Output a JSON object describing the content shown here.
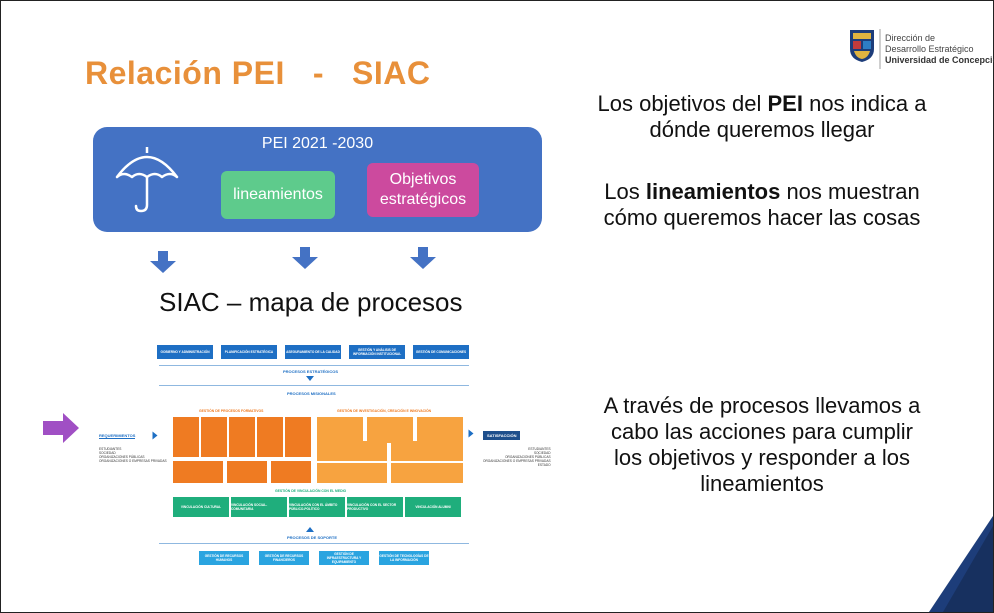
{
  "title": {
    "part1": "Relación PEI",
    "dash": "-",
    "part2": "SIAC"
  },
  "logo": {
    "line1": "Dirección de",
    "line2": "Desarrollo Estratégico",
    "line3": "Universidad de Concepción"
  },
  "pei": {
    "title": "PEI 2021 -2030",
    "lineamientos": "lineamientos",
    "objetivos_line1": "Objetivos",
    "objetivos_line2": "estratégicos"
  },
  "siac_title": "SIAC – mapa de procesos",
  "right_text": {
    "p1_before": "Los objetivos del ",
    "p1_bold": "PEI",
    "p1_after": " nos indica a",
    "p1_line2": "dónde queremos llegar",
    "p2_before": "Los ",
    "p2_bold": "lineamientos",
    "p2_after": " nos muestran",
    "p2_line2": "cómo queremos hacer las cosas",
    "p3_line1": "A través de procesos llevamos a",
    "p3_line2": "cabo las acciones para cumplir",
    "p3_line3": "los objetivos y responder a los",
    "p3_line4": "lineamientos"
  },
  "map": {
    "top_boxes": [
      "GOBIERNO Y ADMINISTRACIÓN",
      "PLANIFICACIÓN ESTRATÉGICA",
      "ASEGURAMIENTO DE LA CALIDAD",
      "GESTIÓN Y ANÁLISIS DE INFORMACIÓN INSTITUCIONAL",
      "GESTIÓN DE COMUNICACIONES"
    ],
    "strategic": "PROCESOS ESTRATÉGICOS",
    "missional": "PROCESOS MISIONALES",
    "formative": "GESTIÓN DE PROCESOS FORMATIVOS",
    "research": "GESTIÓN DE INVESTIGACIÓN, CREACIÓN E INNOVACIÓN",
    "requirements": "REQUERIMIENTOS",
    "req_list": [
      "ESTUDIANTES",
      "SOCIEDAD",
      "ORGANIZACIONES PÚBLICAS",
      "ORGANIZACIONES O EMPRESAS PRIVADAS"
    ],
    "satisfaction": "SATISFACCIÓN",
    "sat_list": [
      "ESTUDIANTES",
      "SOCIEDAD",
      "ORGANIZACIONES PÚBLICAS",
      "ORGANIZACIONES O EMPRESAS PRIVADAS",
      "ESTADO"
    ],
    "linkage": "GESTIÓN DE VINCULACIÓN CON EL MEDIO",
    "green_boxes": [
      "VINCULACIÓN CULTURAL",
      "VINCULACIÓN SOCIAL-COMUNITARIA",
      "VINCULACIÓN CON EL ÁMBITO PÚBLICO-POLÍTICO",
      "VINCULACIÓN CON EL SECTOR PRODUCTIVO",
      "VINCULACIÓN ALUMNI"
    ],
    "support": "PROCESOS DE SOPORTE",
    "support_boxes": [
      "GESTIÓN DE RECURSOS HUMANOS",
      "GESTIÓN DE RECURSOS FINANCIEROS",
      "GESTIÓN DE INFRAESTRUCTURA Y EQUIPAMIENTO",
      "GESTIÓN DE TECNOLOGÍAS DE LA INFORMACIÓN"
    ]
  },
  "colors": {
    "title": "#e8903a",
    "pei_box": "#4472c4",
    "lineamientos": "#5ecb8c",
    "objetivos": "#cc4a9e",
    "arrow": "#4472c4",
    "pointer": "#a04fc4",
    "corner": "#1d3d7a"
  }
}
